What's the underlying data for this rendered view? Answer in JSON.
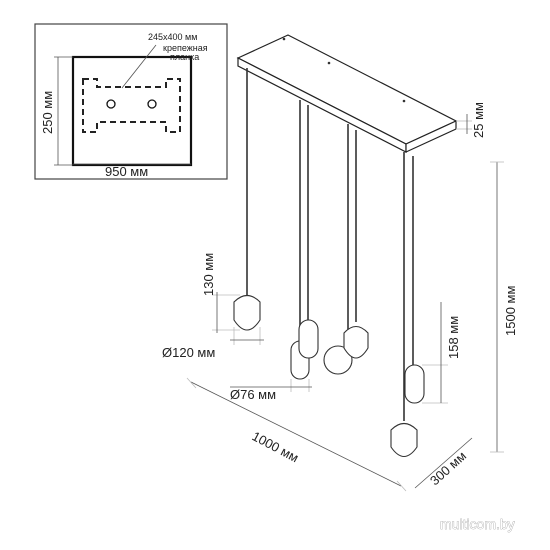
{
  "inset": {
    "mount_plate_size": "245x400 мм",
    "mount_plate_name_line1": "крепежная",
    "mount_plate_name_line2": "планка",
    "height": "250 мм",
    "width": "950 мм"
  },
  "dimensions": {
    "canopy_height": "25 мм",
    "total_height": "1500 мм",
    "large_shade_height": "130 мм",
    "large_shade_diameter": "Ø120 мм",
    "small_shade_height": "158 мм",
    "small_shade_diameter": "Ø76 мм",
    "length": "1000 мм",
    "depth": "300 мм"
  },
  "watermark": "multicom.by"
}
